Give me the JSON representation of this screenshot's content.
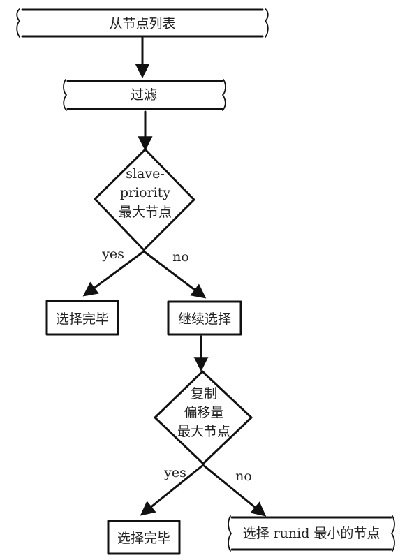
{
  "nodes": {
    "start": "从节点列表",
    "filter": "过滤",
    "decision1": {
      "line1": "slave-",
      "line2": "priority",
      "line3": "最大节点"
    },
    "done1": "选择完毕",
    "continue": "继续选择",
    "decision2": {
      "line1": "复制",
      "line2": "偏移量",
      "line3": "最大节点"
    },
    "done2": "选择完毕",
    "final": "选择 runid 最小的节点"
  },
  "edges": {
    "d1_yes": "yes",
    "d1_no": "no",
    "d2_yes": "yes",
    "d2_no": "no"
  }
}
